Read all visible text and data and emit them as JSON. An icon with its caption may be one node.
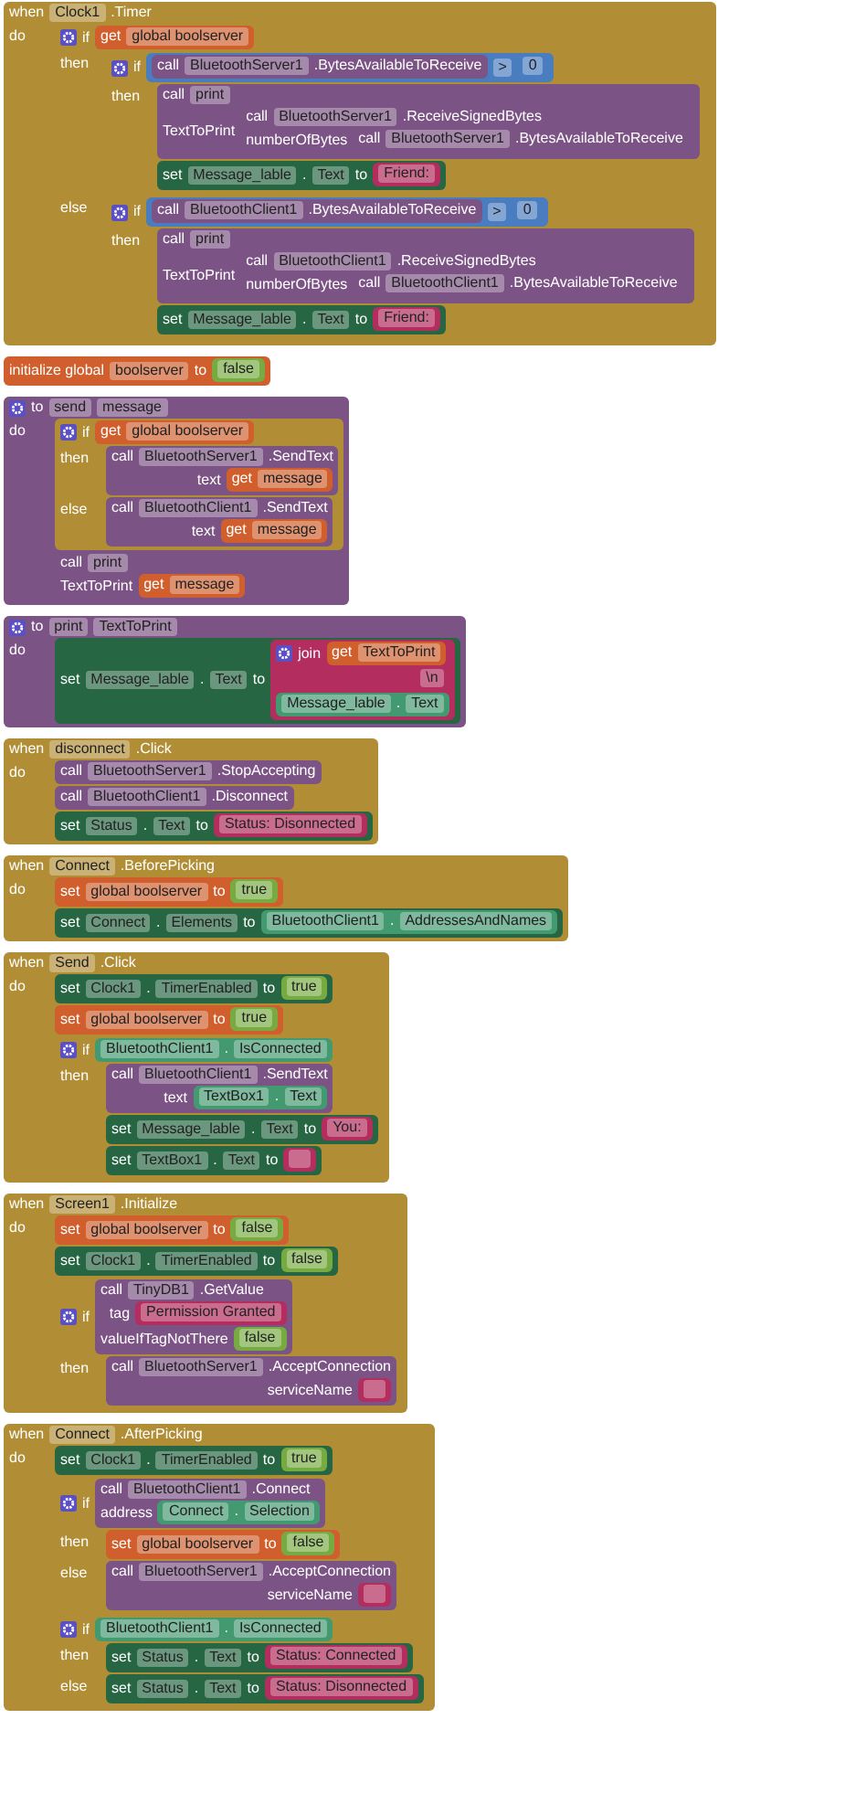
{
  "diagram": {
    "nodes": [
      {
        "text": [
          "when",
          "Clock1",
          ".Timer",
          "do"
        ]
      },
      {
        "text": [
          "if",
          "then",
          "else"
        ],
        "in": 0
      },
      {
        "text": [
          "get",
          "global boolserver"
        ],
        "in": 1
      },
      {
        "text": [
          "if",
          "then"
        ],
        "in": 1
      },
      {
        "text": [
          ">"
        ],
        "in": 3
      },
      {
        "text": [
          "call",
          "BluetoothServer1",
          ".BytesAvailableToReceive"
        ],
        "in": 4
      },
      {
        "text": [
          "0"
        ],
        "in": 4
      },
      {
        "text": [
          "call",
          "print",
          "TextToPrint"
        ],
        "in": 3
      },
      {
        "text": [
          "call",
          "BluetoothServer1",
          ".ReceiveSignedBytes",
          "numberOfBytes"
        ],
        "in": 7
      },
      {
        "text": [
          "call",
          "BluetoothServer1",
          ".BytesAvailableToReceive"
        ],
        "in": 8
      },
      {
        "text": [
          "set",
          "Message_lable",
          ".",
          "Text",
          "to"
        ],
        "in": 3
      },
      {
        "text": [
          "Friend:"
        ],
        "in": 10
      },
      {
        "text": [
          "if",
          "then"
        ],
        "in": 1
      },
      {
        "text": [
          ">"
        ],
        "in": 12
      },
      {
        "text": [
          "call",
          "BluetoothClient1",
          ".BytesAvailableToReceive"
        ],
        "in": 13
      },
      {
        "text": [
          "0"
        ],
        "in": 13
      },
      {
        "text": [
          "call",
          "print",
          "TextToPrint"
        ],
        "in": 12
      },
      {
        "text": [
          "call",
          "BluetoothClient1",
          ".ReceiveSignedBytes",
          "numberOfBytes"
        ],
        "in": 16
      },
      {
        "text": [
          "call",
          "BluetoothClient1",
          ".BytesAvailableToReceive"
        ],
        "in": 17
      },
      {
        "text": [
          "set",
          "Message_lable",
          ".",
          "Text",
          "to"
        ],
        "in": 12
      },
      {
        "text": [
          "Friend:"
        ],
        "in": 19
      },
      {
        "text": [
          "initialize global",
          "boolserver",
          "to"
        ]
      },
      {
        "text": [
          "false"
        ],
        "in": 21
      },
      {
        "text": [
          "to",
          "send",
          "message",
          "do"
        ]
      },
      {
        "text": [
          "if",
          "then",
          "else"
        ],
        "in": 23
      },
      {
        "text": [
          "get",
          "global boolserver"
        ],
        "in": 24
      },
      {
        "text": [
          "call",
          "BluetoothServer1",
          ".SendText",
          "text"
        ],
        "in": 24
      },
      {
        "text": [
          "get",
          "message"
        ],
        "in": 26
      },
      {
        "text": [
          "call",
          "BluetoothClient1",
          ".SendText",
          "text"
        ],
        "in": 24
      },
      {
        "text": [
          "get",
          "message"
        ],
        "in": 28
      },
      {
        "text": [
          "call",
          "print",
          "TextToPrint"
        ],
        "in": 23
      },
      {
        "text": [
          "get",
          "message"
        ],
        "in": 30
      },
      {
        "text": [
          "to",
          "print",
          "TextToPrint",
          "do"
        ]
      },
      {
        "text": [
          "set",
          "Message_lable",
          ".",
          "Text",
          "to"
        ],
        "in": 32
      },
      {
        "text": [
          "join"
        ],
        "in": 33
      },
      {
        "text": [
          "get",
          "TextToPrint"
        ],
        "in": 34
      },
      {
        "text": [
          "\\n"
        ],
        "in": 34
      },
      {
        "text": [
          "Message_lable",
          ".",
          "Text"
        ],
        "in": 34
      },
      {
        "text": [
          "when",
          "disconnect",
          ".Click",
          "do"
        ]
      },
      {
        "text": [
          "call",
          "BluetoothServer1",
          ".StopAccepting"
        ],
        "in": 38
      },
      {
        "text": [
          "call",
          "BluetoothClient1",
          ".Disconnect"
        ],
        "in": 38
      },
      {
        "text": [
          "set",
          "Status",
          ".",
          "Text",
          "to"
        ],
        "in": 38
      },
      {
        "text": [
          "Status: Disonnected"
        ],
        "in": 41
      },
      {
        "text": [
          "when",
          "Connect",
          ".BeforePicking",
          "do"
        ]
      },
      {
        "text": [
          "set",
          "global boolserver",
          "to"
        ],
        "in": 43
      },
      {
        "text": [
          "true"
        ],
        "in": 44
      },
      {
        "text": [
          "set",
          "Connect",
          ".",
          "Elements",
          "to"
        ],
        "in": 43
      },
      {
        "text": [
          "BluetoothClient1",
          ".",
          "AddressesAndNames"
        ],
        "in": 46
      },
      {
        "text": [
          "when",
          "Send",
          ".Click",
          "do"
        ]
      },
      {
        "text": [
          "set",
          "Clock1",
          ".",
          "TimerEnabled",
          "to"
        ],
        "in": 48
      },
      {
        "text": [
          "true"
        ],
        "in": 49
      },
      {
        "text": [
          "set",
          "global boolserver",
          "to"
        ],
        "in": 48
      },
      {
        "text": [
          "true"
        ],
        "in": 51
      },
      {
        "text": [
          "if",
          "then"
        ],
        "in": 48
      },
      {
        "text": [
          "BluetoothClient1",
          ".",
          "IsConnected"
        ],
        "in": 53
      },
      {
        "text": [
          "call",
          "BluetoothClient1",
          ".SendText",
          "text"
        ],
        "in": 53
      },
      {
        "text": [
          "TextBox1",
          ".",
          "Text"
        ],
        "in": 55
      },
      {
        "text": [
          "set",
          "Message_lable",
          ".",
          "Text",
          "to"
        ],
        "in": 53
      },
      {
        "text": [
          "You:"
        ],
        "in": 57
      },
      {
        "text": [
          "set",
          "TextBox1",
          ".",
          "Text",
          "to"
        ],
        "in": 53
      },
      {
        "text": [],
        "shape": "box",
        "in": 59
      },
      {
        "text": [
          "when",
          "Screen1",
          ".Initialize",
          "do"
        ]
      },
      {
        "text": [
          "set",
          "global boolserver",
          "to"
        ],
        "in": 61
      },
      {
        "text": [
          "false"
        ],
        "in": 62
      },
      {
        "text": [
          "set",
          "Clock1",
          ".",
          "TimerEnabled",
          "to"
        ],
        "in": 61
      },
      {
        "text": [
          "false"
        ],
        "in": 64
      },
      {
        "text": [
          "if",
          "then"
        ],
        "in": 61
      },
      {
        "text": [
          "call",
          "TinyDB1",
          ".GetValue",
          "tag",
          "valueIfTagNotThere"
        ],
        "in": 66
      },
      {
        "text": [
          "Permission Granted"
        ],
        "in": 67
      },
      {
        "text": [
          "false"
        ],
        "in": 67
      },
      {
        "text": [
          "call",
          "BluetoothServer1",
          ".AcceptConnection",
          "serviceName"
        ],
        "in": 66
      },
      {
        "text": [],
        "shape": "box",
        "in": 70
      },
      {
        "text": [
          "when",
          "Connect",
          ".AfterPicking",
          "do"
        ]
      },
      {
        "text": [
          "set",
          "Clock1",
          ".",
          "TimerEnabled",
          "to"
        ],
        "in": 72
      },
      {
        "text": [
          "true"
        ],
        "in": 73
      },
      {
        "text": [
          "if",
          "then",
          "else"
        ],
        "in": 72
      },
      {
        "text": [
          "call",
          "BluetoothClient1",
          ".Connect",
          "address"
        ],
        "in": 75
      },
      {
        "text": [
          "Connect",
          ".",
          "Selection"
        ],
        "in": 76
      },
      {
        "text": [
          "set",
          "global boolserver",
          "to"
        ],
        "in": 75
      },
      {
        "text": [
          "false"
        ],
        "in": 78
      },
      {
        "text": [
          "call",
          "BluetoothServer1",
          ".AcceptConnection",
          "serviceName"
        ],
        "in": 75
      },
      {
        "text": [],
        "shape": "box",
        "in": 80
      },
      {
        "text": [
          "if",
          "then",
          "else"
        ],
        "in": 72
      },
      {
        "text": [
          "BluetoothClient1",
          ".",
          "IsConnected"
        ],
        "in": 82
      },
      {
        "text": [
          "set",
          "Status",
          ".",
          "Text",
          "to"
        ],
        "in": 82
      },
      {
        "text": [
          "Status: Connected"
        ],
        "in": 84
      },
      {
        "text": [
          "set",
          "Status",
          ".",
          "Text",
          "to"
        ],
        "in": 82
      },
      {
        "text": [
          "Status: Disonnected"
        ],
        "in": 86
      }
    ]
  }
}
